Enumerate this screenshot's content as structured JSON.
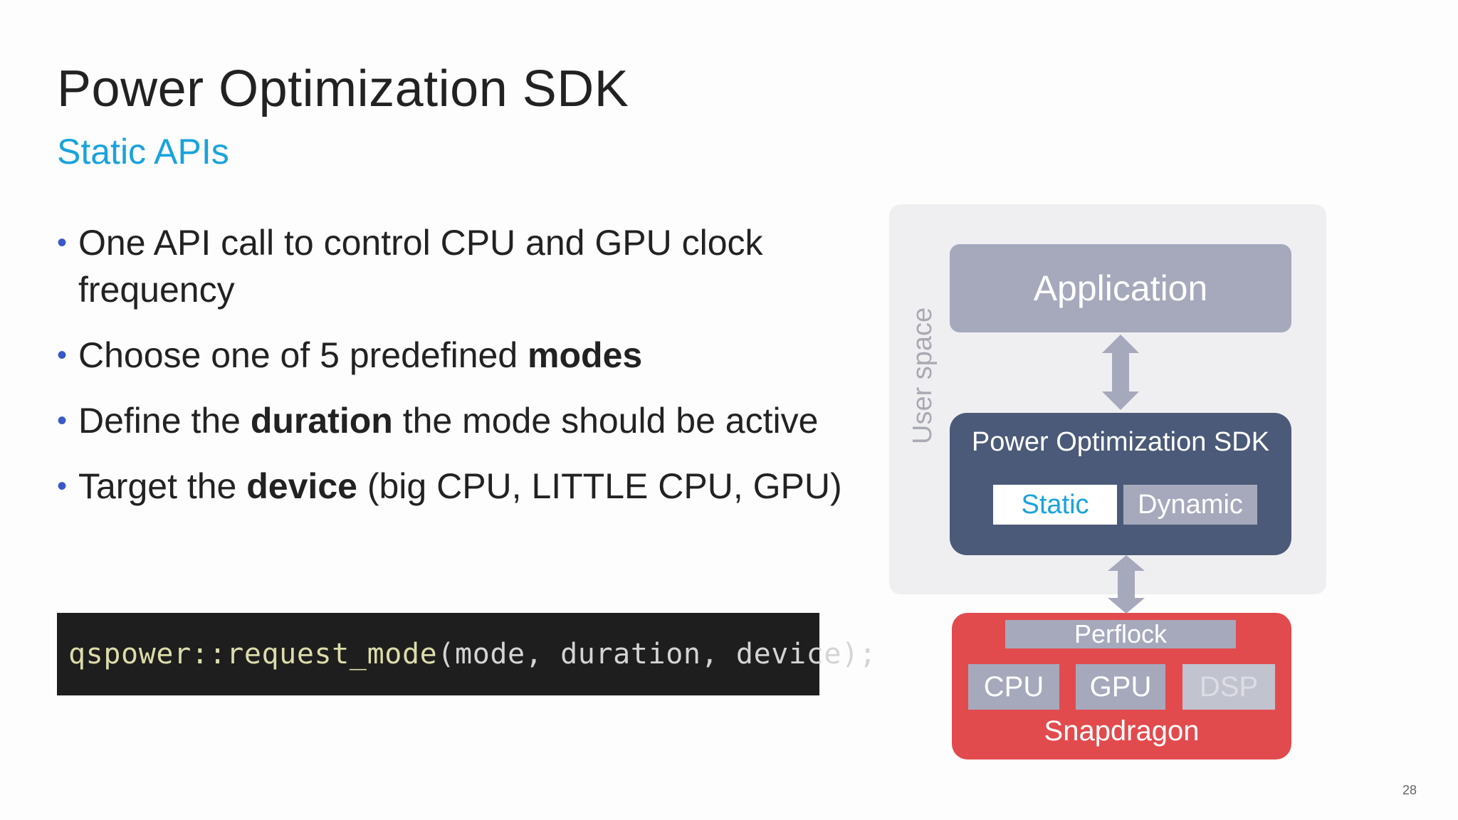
{
  "slide": {
    "title": "Power Optimization SDK",
    "subtitle": "Static APIs",
    "page_number": "28"
  },
  "bullets": [
    {
      "parts": [
        {
          "text": "One API call to control CPU and GPU clock frequency",
          "bold": false
        }
      ]
    },
    {
      "parts": [
        {
          "text": "Choose one of 5 predefined ",
          "bold": false
        },
        {
          "text": "modes",
          "bold": true
        }
      ]
    },
    {
      "parts": [
        {
          "text": "Define the ",
          "bold": false
        },
        {
          "text": "duration",
          "bold": true
        },
        {
          "text": " the mode should be active",
          "bold": false
        }
      ]
    },
    {
      "parts": [
        {
          "text": "Target the ",
          "bold": false
        },
        {
          "text": "device",
          "bold": true
        },
        {
          "text": " (big CPU, LITTLE CPU, GPU)",
          "bold": false
        }
      ]
    }
  ],
  "code": {
    "namespace_fn": "qspower::request_mode",
    "open_paren": "(",
    "args": "mode, duration, device",
    "close": ");"
  },
  "diagram": {
    "user_space_label": "User space",
    "application_label": "Application",
    "sdk_title": "Power Optimization SDK",
    "static_label": "Static",
    "dynamic_label": "Dynamic",
    "perflock_label": "Perflock",
    "cpu_label": "CPU",
    "gpu_label": "GPU",
    "dsp_label": "DSP",
    "snapdragon_label": "Snapdragon"
  },
  "colors": {
    "title_text": "#222222",
    "subtitle_accent": "#19a3dc",
    "bullet_dot": "#3a58c8",
    "code_background": "#1e1e1e",
    "code_function": "#dcdcaa",
    "user_space_background": "#efeff2",
    "application_box": "#a6a9bc",
    "sdk_box": "#4b5a78",
    "snapdragon_box": "#e24b4e",
    "arrow": "#a6a9bc"
  },
  "icons": {
    "bullet": "bullet-dot-icon",
    "arrow": "double-headed-vertical-arrow-icon"
  }
}
